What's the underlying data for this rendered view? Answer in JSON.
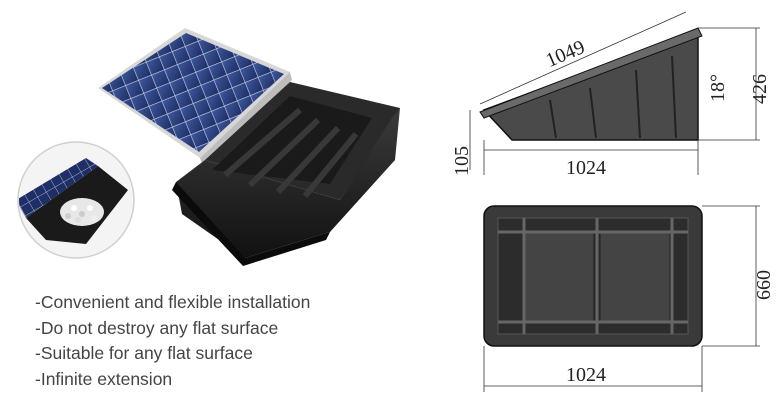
{
  "dimensions": {
    "length_slant": "1049",
    "angle": "18°",
    "height": "426",
    "front_height": "105",
    "length": "1024",
    "width": "660",
    "length_top_view": "1024"
  },
  "features": [
    "-Convenient and flexible installation",
    "-Do not destroy any flat surface",
    "-Suitable for any flat surface",
    "-Infinite extension"
  ]
}
